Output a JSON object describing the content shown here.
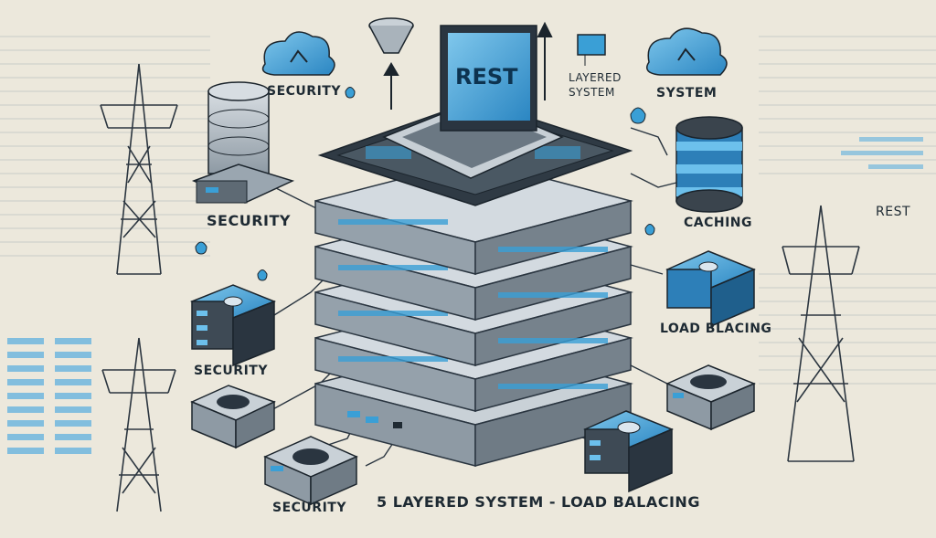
{
  "laptop": {
    "screen_text": "REST"
  },
  "labels": {
    "security_top": "SECURITY",
    "layered_system_line1": "LAYERED",
    "layered_system_line2": "SYSTEM",
    "system_top": "SYSTEM",
    "security_left": "SECURITY",
    "rest_right": "REST",
    "caching": "CACHING",
    "security_mid": "SECURITY",
    "load_balancing_right": "LOAD BLACING",
    "security_bottom": "SECURITY",
    "bottom_caption": "5 LAYERED SYSTEM - LOAD BALACING"
  },
  "colors": {
    "background": "#ece8dc",
    "accent_blue": "#3a9fd6",
    "dark_steel": "#38434c",
    "light_steel": "#bfc8cf"
  }
}
